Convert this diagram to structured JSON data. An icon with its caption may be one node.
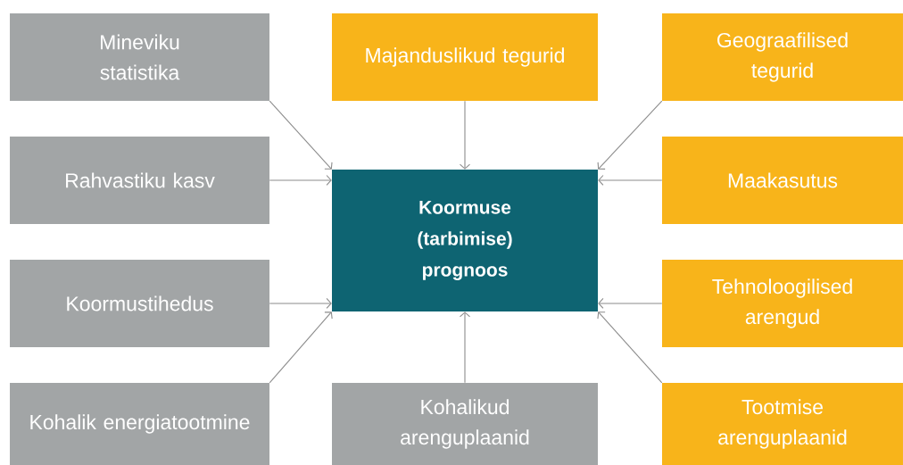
{
  "diagram": {
    "nodes": [
      {
        "text": [
          "Mineviku statistika"
        ]
      },
      {
        "text": [
          "Majanduslikud tegurid"
        ]
      },
      {
        "text": [
          "Geograafilised tegurid"
        ]
      },
      {
        "text": [
          "Rahvastiku kasv"
        ]
      },
      {
        "text": [
          "Koormuse (tarbimise) prognoos"
        ]
      },
      {
        "text": [
          "Maakasutus"
        ]
      },
      {
        "text": [
          "Koormustihedus"
        ]
      },
      {
        "text": [
          "Tehnoloogilised arengud"
        ]
      },
      {
        "text": [
          "Kohalik energiatootmine"
        ]
      },
      {
        "text": [
          "Kohalikud arenguplaanid"
        ]
      },
      {
        "text": [
          "Tootmise arenguplaanid"
        ]
      }
    ],
    "edges": [
      {
        "from": 0,
        "to": 4,
        "arrow": "to"
      },
      {
        "from": 1,
        "to": 4,
        "arrow": "to"
      },
      {
        "from": 2,
        "to": 4,
        "arrow": "to"
      },
      {
        "from": 3,
        "to": 4,
        "arrow": "to"
      },
      {
        "from": 5,
        "to": 4,
        "arrow": "to"
      },
      {
        "from": 6,
        "to": 4,
        "arrow": "to"
      },
      {
        "from": 7,
        "to": 4,
        "arrow": "to"
      },
      {
        "from": 8,
        "to": 4,
        "arrow": "to"
      },
      {
        "from": 9,
        "to": 4,
        "arrow": "to"
      },
      {
        "from": 10,
        "to": 4,
        "arrow": "to"
      }
    ]
  }
}
